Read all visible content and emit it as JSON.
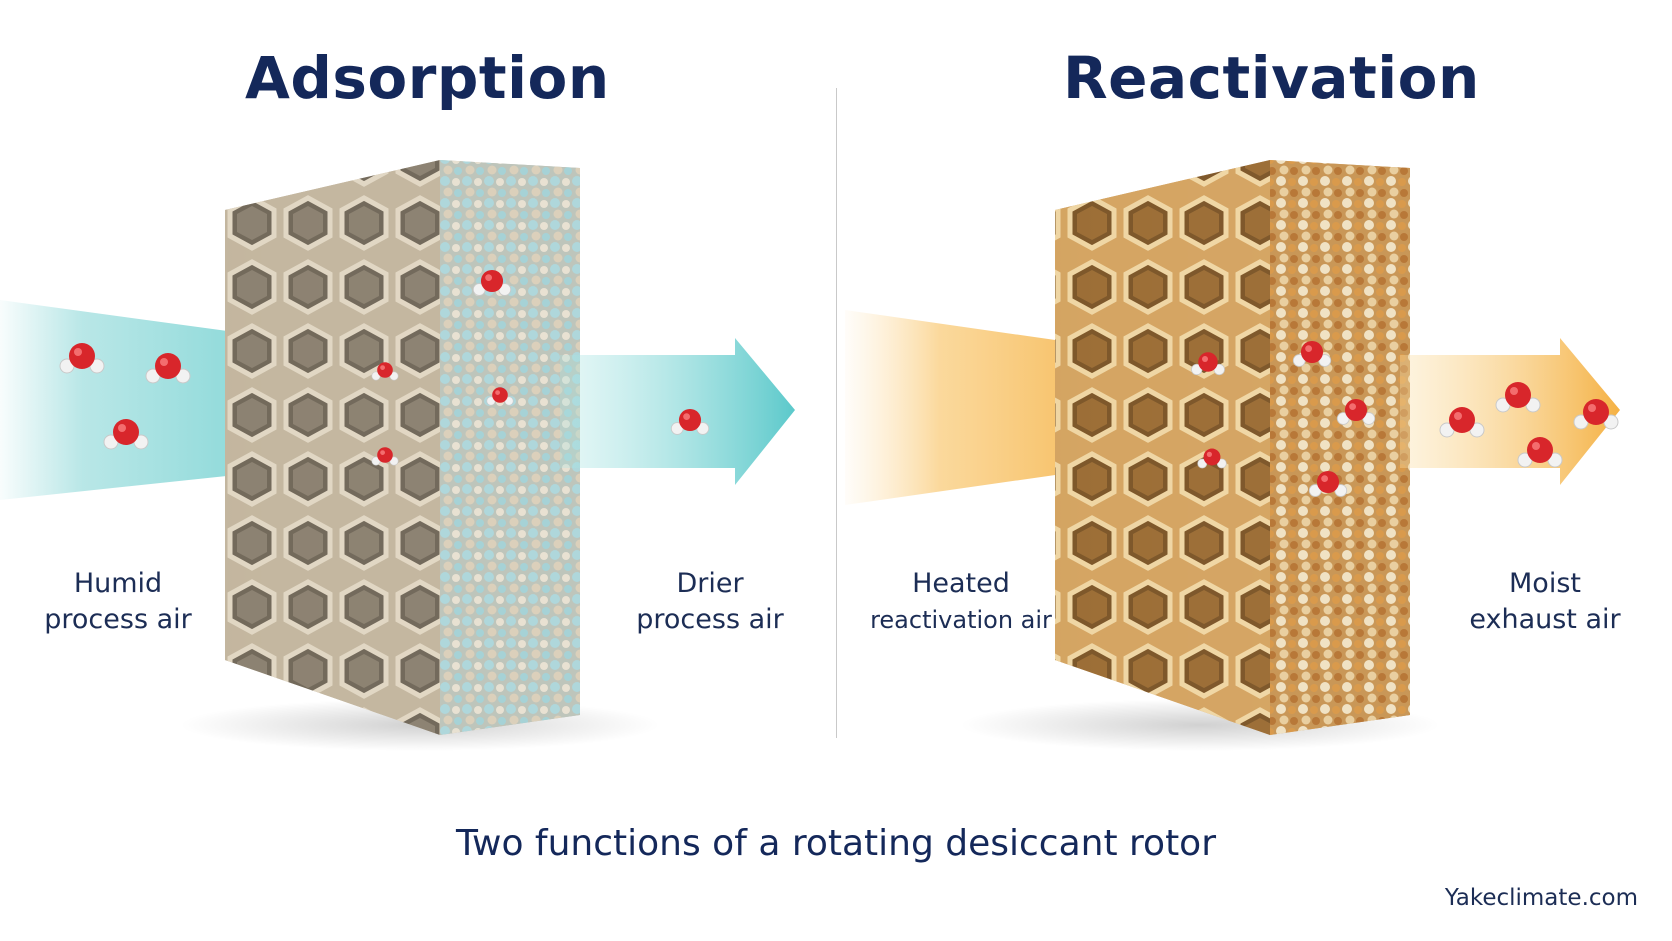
{
  "panels": {
    "left": {
      "title": "Adsorption",
      "inlet_label": [
        "Humid",
        "process air"
      ],
      "outlet_label": [
        "Drier",
        "process air"
      ],
      "flow_color": "#7fd3d3"
    },
    "right": {
      "title": "Reactivation",
      "inlet_label": [
        "Heated",
        "reactivation air"
      ],
      "outlet_label": [
        "Moist",
        "exhaust air"
      ],
      "flow_color": "#f6b23c"
    }
  },
  "caption": "Two functions of a rotating desiccant rotor",
  "credit": "Yakeclimate.com",
  "colors": {
    "title": "#14285a",
    "water_oxygen": "#d8262b",
    "water_hydrogen": "#f2f2f2"
  },
  "icons": [
    "water-molecule-icon",
    "arrow-right-icon"
  ]
}
